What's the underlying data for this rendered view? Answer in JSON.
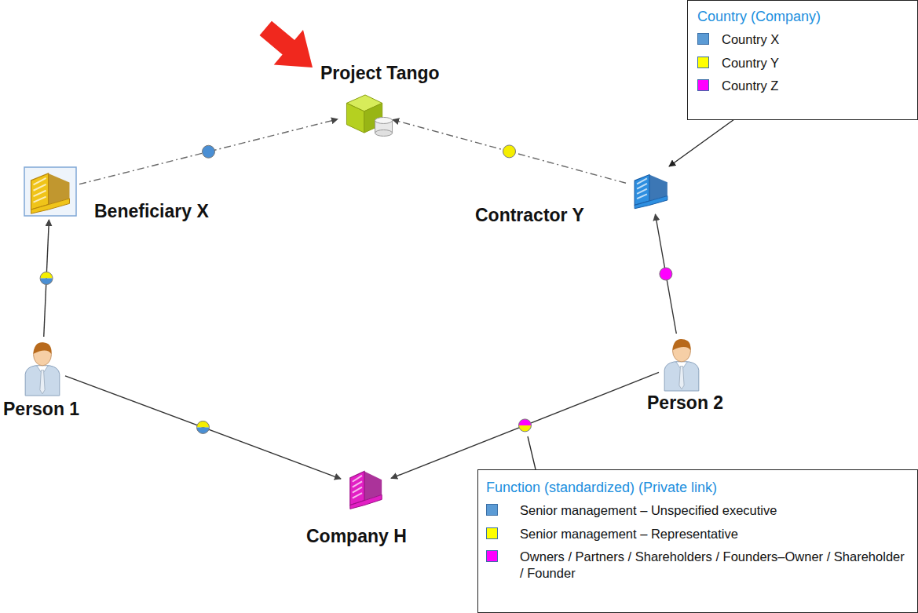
{
  "diagram": {
    "nodes": [
      {
        "text": [
          "Project Tango"
        ]
      },
      {
        "text": [
          "Beneficiary X"
        ]
      },
      {
        "text": [
          "Contractor Y"
        ]
      },
      {
        "text": [
          "Person 1"
        ]
      },
      {
        "text": [
          "Person 2"
        ]
      },
      {
        "text": [
          "Company H"
        ]
      }
    ],
    "edges": [
      {
        "from": 1,
        "to": 0,
        "arrow": "to"
      },
      {
        "from": 2,
        "to": 0,
        "arrow": "to"
      },
      {
        "from": 3,
        "to": 1,
        "arrow": "to"
      },
      {
        "from": 4,
        "to": 2,
        "arrow": "to"
      },
      {
        "from": 3,
        "to": 5,
        "arrow": "to"
      },
      {
        "from": 4,
        "to": 5,
        "arrow": "to"
      }
    ],
    "labels": [
      "Country (Company)",
      "Function (standardized) (Private link)"
    ],
    "legend": [
      {
        "text": "Country X",
        "color": "#5b9bd5"
      },
      {
        "text": "Country Y",
        "color": "#ffff00"
      },
      {
        "text": "Country Z",
        "color": "#ff00ff"
      },
      {
        "text": "Senior management – Unspecified executive",
        "color": "#5b9bd5"
      },
      {
        "text": "Senior management – Representative",
        "color": "#ffff00"
      },
      {
        "text": "Owners / Partners / Shareholders / Founders–Owner / Shareholder / Founder",
        "color": "#ff00ff"
      }
    ]
  }
}
